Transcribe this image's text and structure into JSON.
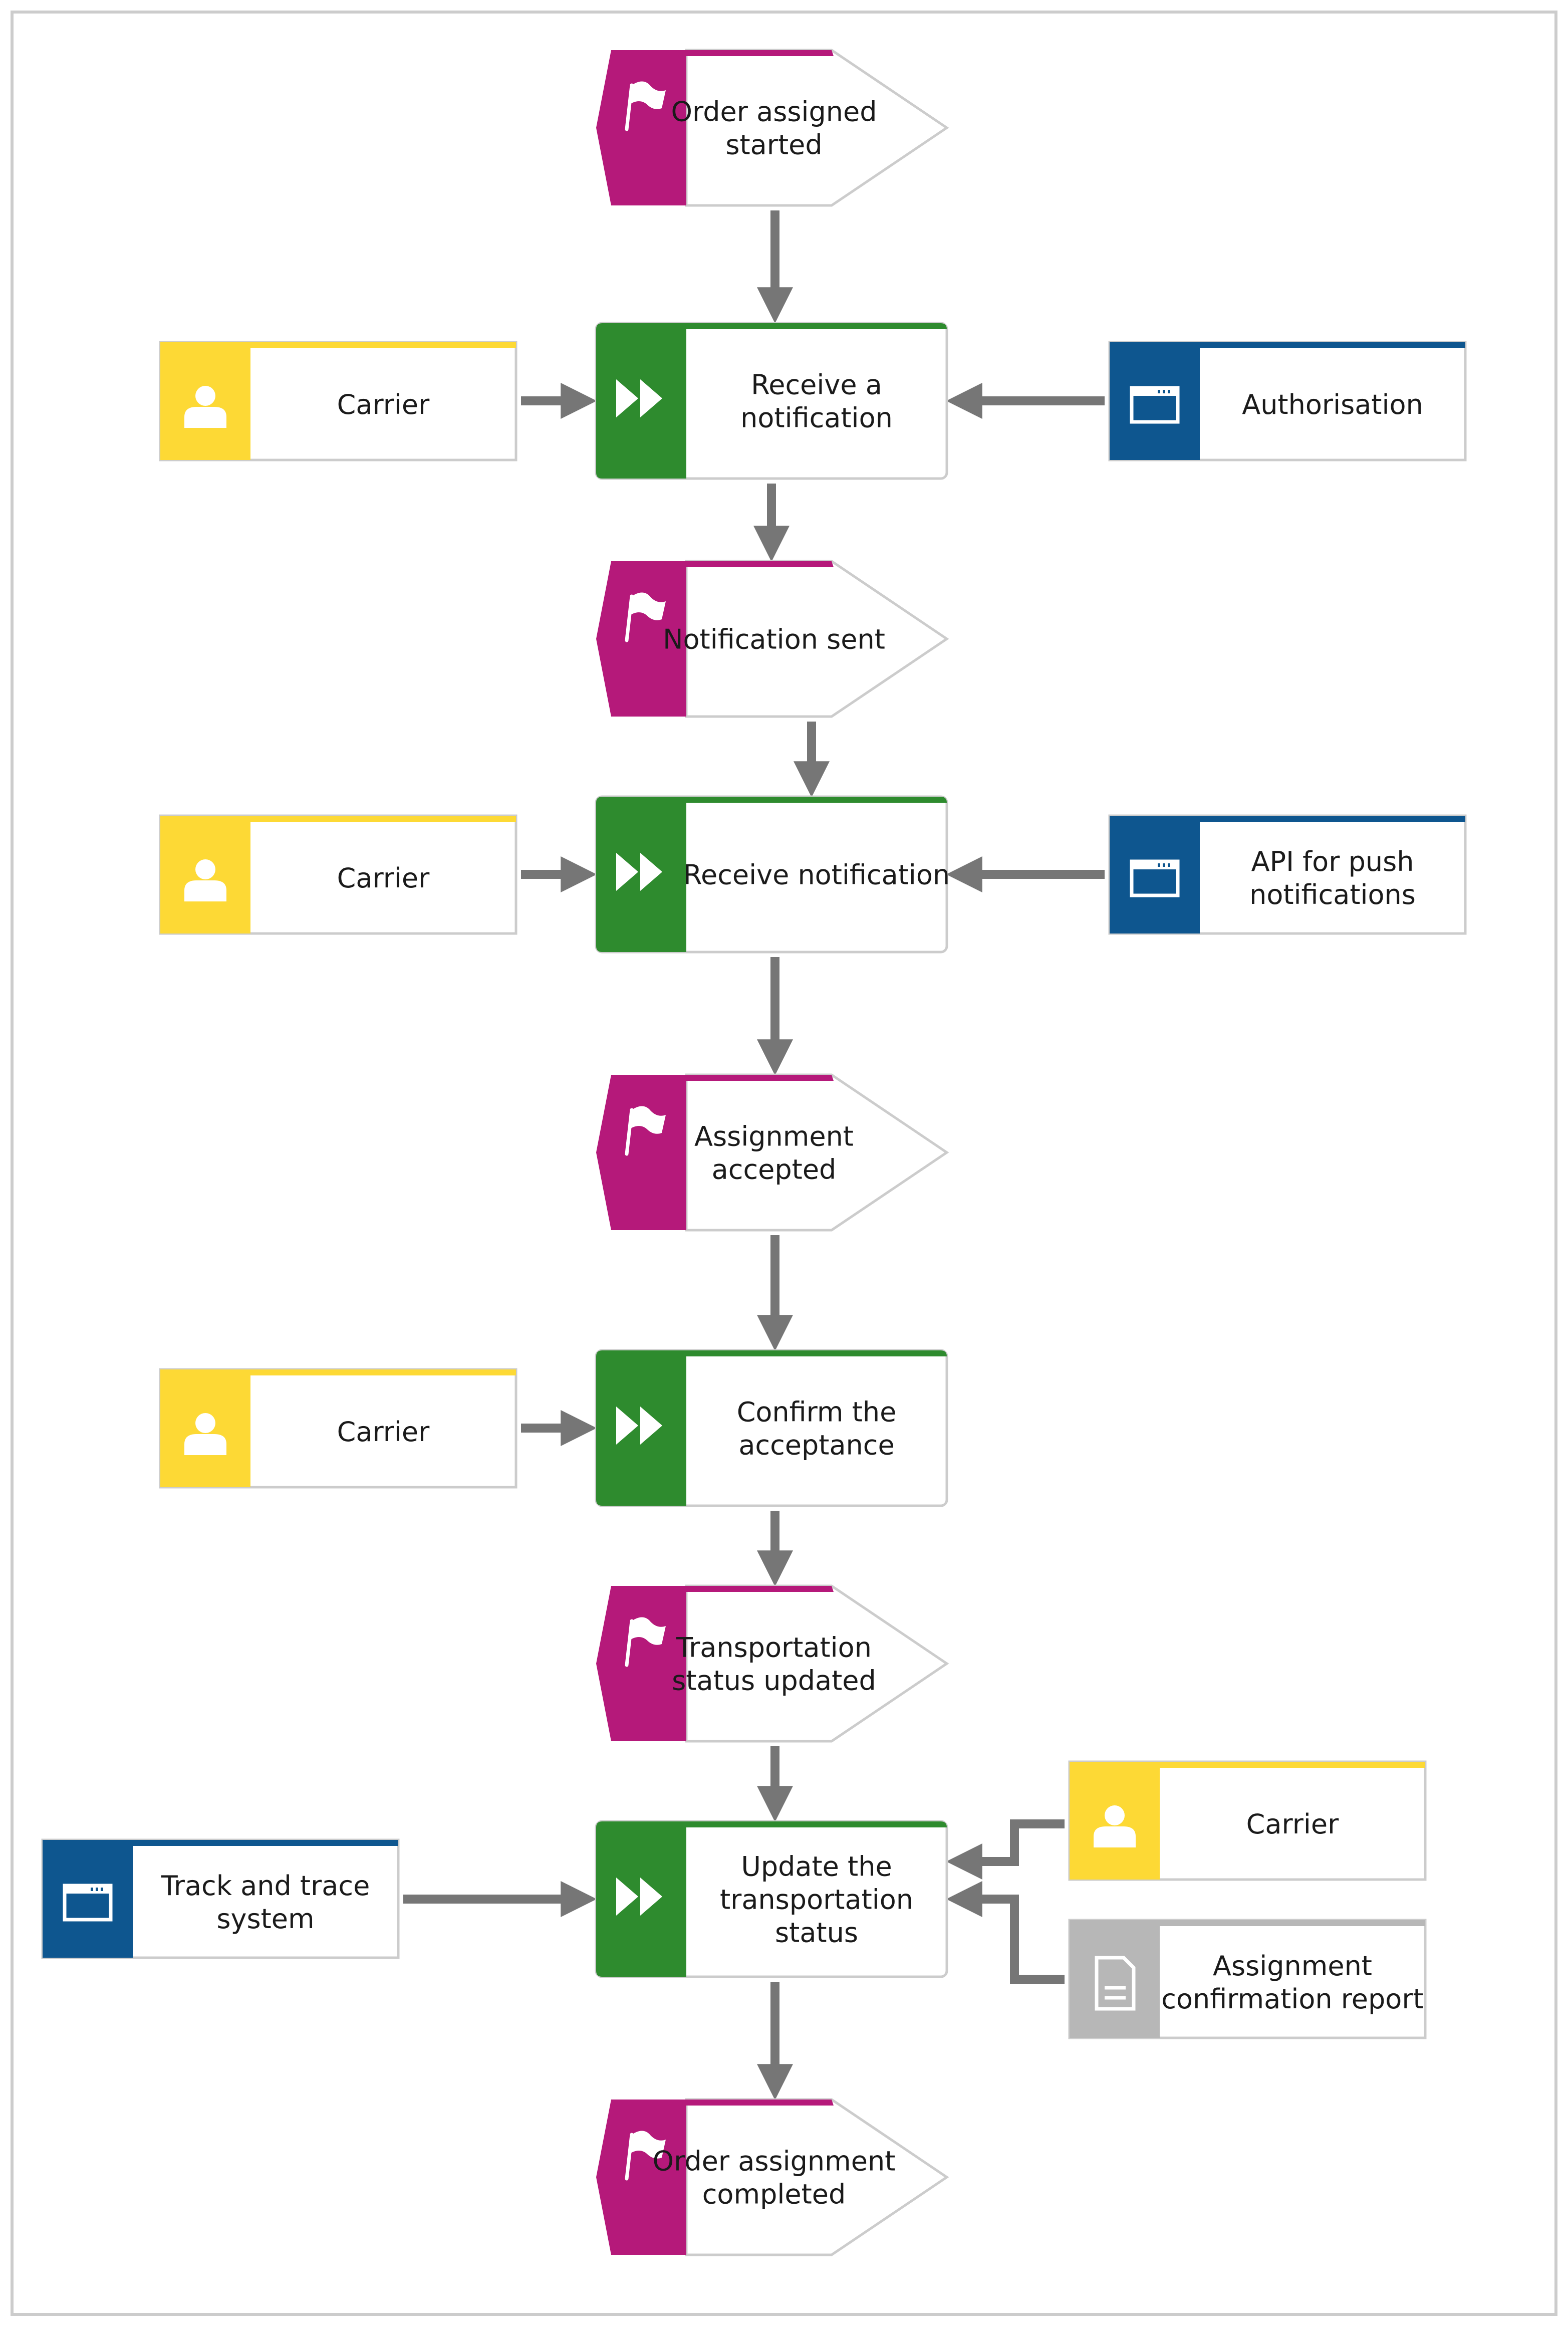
{
  "colors": {
    "event": "#b5197a",
    "function": "#2e8b2e",
    "role": "#fdd935",
    "system": "#0e568f",
    "document": "#b7b7b7",
    "arrow": "#767676",
    "frame": "#cccccc"
  },
  "icons": {
    "event": "flag-icon",
    "function": "fast-forward-icon",
    "role": "person-icon",
    "system": "application-window-icon",
    "document": "document-icon"
  },
  "nodes": [
    {
      "id": "e1",
      "type": "event",
      "lines": [
        "Order assigned",
        "started"
      ]
    },
    {
      "id": "f1",
      "type": "function",
      "lines": [
        "Receive a",
        "notification"
      ]
    },
    {
      "id": "r1",
      "type": "role",
      "lines": [
        "Carrier"
      ]
    },
    {
      "id": "s1",
      "type": "system",
      "lines": [
        "Authorisation"
      ]
    },
    {
      "id": "e2",
      "type": "event",
      "lines": [
        "Notification sent"
      ]
    },
    {
      "id": "f2",
      "type": "function",
      "lines": [
        "Receive notification"
      ]
    },
    {
      "id": "r2",
      "type": "role",
      "lines": [
        "Carrier"
      ]
    },
    {
      "id": "s2",
      "type": "system",
      "lines": [
        "API for push",
        "notifications"
      ]
    },
    {
      "id": "e3",
      "type": "event",
      "lines": [
        "Assignment",
        "accepted"
      ]
    },
    {
      "id": "f3",
      "type": "function",
      "lines": [
        "Confirm the",
        "acceptance"
      ]
    },
    {
      "id": "r3",
      "type": "role",
      "lines": [
        "Carrier"
      ]
    },
    {
      "id": "e4",
      "type": "event",
      "lines": [
        "Transportation",
        "status updated"
      ]
    },
    {
      "id": "f4",
      "type": "function",
      "lines": [
        "Update the",
        "transportation",
        "status"
      ]
    },
    {
      "id": "s3",
      "type": "system",
      "lines": [
        "Track and trace",
        "system"
      ]
    },
    {
      "id": "r4",
      "type": "role",
      "lines": [
        "Carrier"
      ]
    },
    {
      "id": "d1",
      "type": "document",
      "lines": [
        "Assignment",
        "confirmation report"
      ]
    },
    {
      "id": "e5",
      "type": "event",
      "lines": [
        "Order assignment",
        "completed"
      ]
    }
  ],
  "edges": [
    {
      "from": "e1",
      "to": "f1"
    },
    {
      "from": "r1",
      "to": "f1"
    },
    {
      "from": "s1",
      "to": "f1"
    },
    {
      "from": "f1",
      "to": "e2"
    },
    {
      "from": "e2",
      "to": "f2"
    },
    {
      "from": "r2",
      "to": "f2"
    },
    {
      "from": "s2",
      "to": "f2"
    },
    {
      "from": "f2",
      "to": "e3"
    },
    {
      "from": "e3",
      "to": "f3"
    },
    {
      "from": "r3",
      "to": "f3"
    },
    {
      "from": "f3",
      "to": "e4"
    },
    {
      "from": "e4",
      "to": "f4"
    },
    {
      "from": "s3",
      "to": "f4"
    },
    {
      "from": "r4",
      "to": "f4"
    },
    {
      "from": "d1",
      "to": "f4"
    },
    {
      "from": "f4",
      "to": "e5"
    }
  ]
}
